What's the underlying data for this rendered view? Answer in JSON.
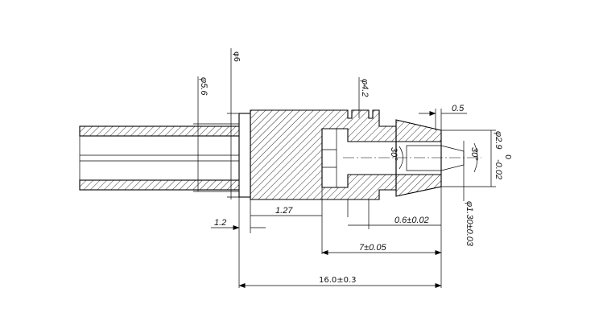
{
  "dimensions": {
    "d6": "φ6",
    "d56": "φ5.6",
    "d42": "φ4.2",
    "d05": "0.5",
    "d29": "φ2.9",
    "d29_tol_upper": "0",
    "d29_tol_lower": "-0.02",
    "angle_inner": "30°",
    "angle_outer": "30°",
    "d12": "1.2",
    "d127": "1.27",
    "d06": "0.6±0.02",
    "d130": "φ1.30±0.03",
    "d7": "7±0.05",
    "d16": "16.0±0.3"
  }
}
